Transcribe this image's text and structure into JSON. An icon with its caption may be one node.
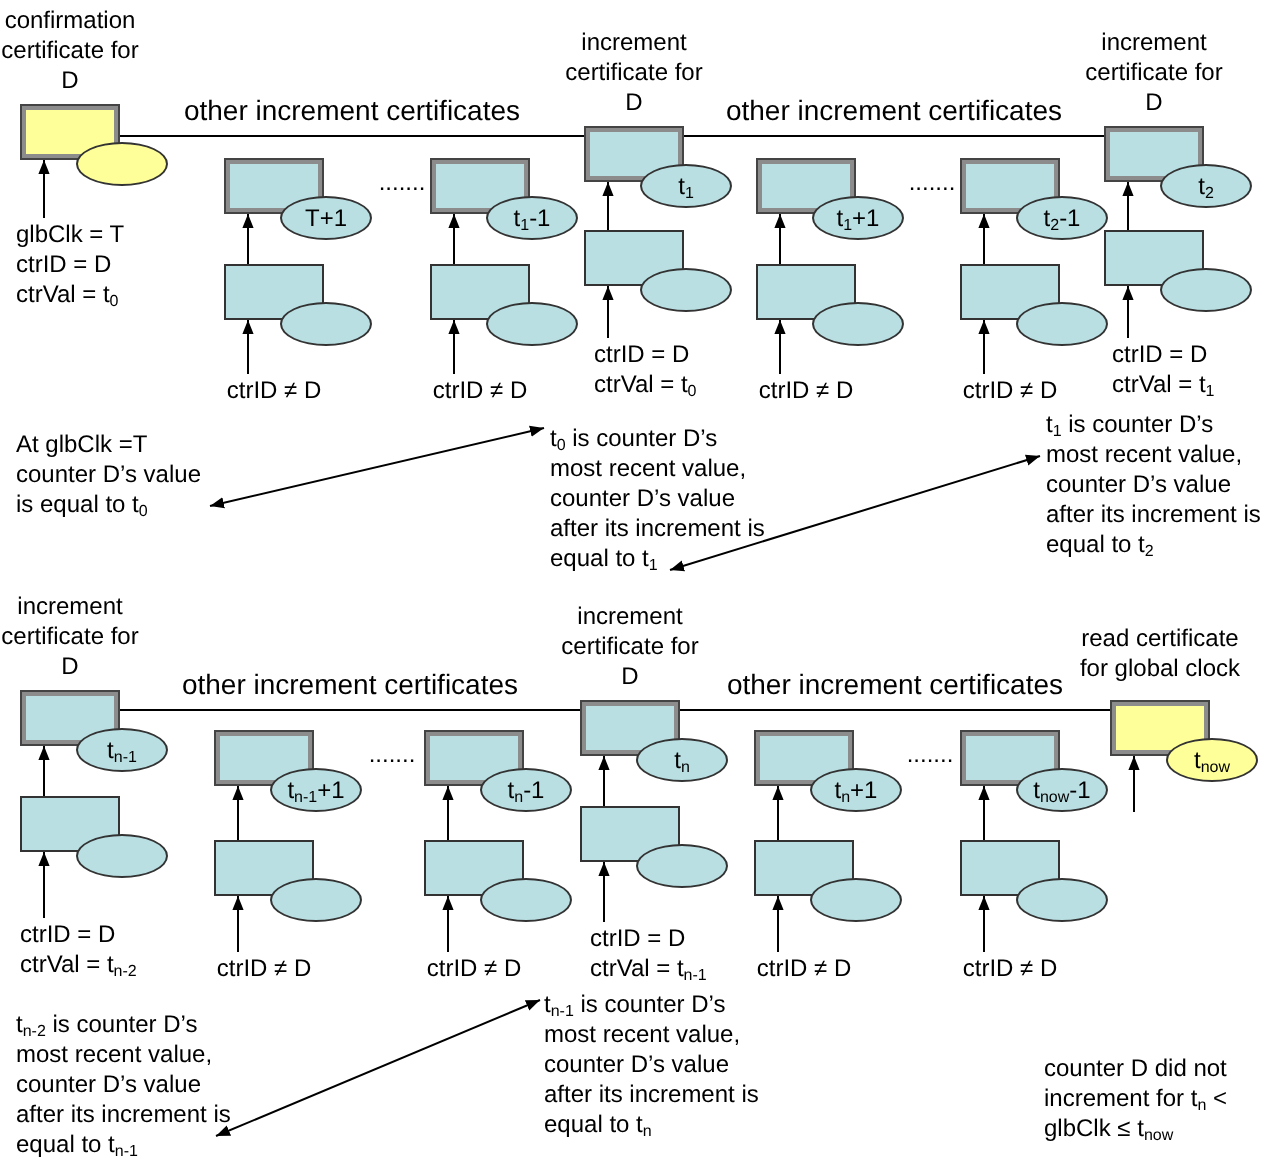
{
  "diagram": {
    "nodes": [
      {
        "text": [
          "confirmation certificate for D"
        ]
      },
      {
        "text": [
          "glbClk = T ctrID = D ctrVal = t$_{0}$"
        ]
      },
      {
        "text": [
          "T+1"
        ]
      },
      {
        "text": [],
        "shape": "box"
      },
      {
        "text": [
          "ctrID ≠ D"
        ]
      },
      {
        "text": [
          "t$_{1}$-1"
        ]
      },
      {
        "text": [],
        "shape": "box"
      },
      {
        "text": [
          "ctrID ≠ D"
        ]
      },
      {
        "text": [
          "increment certificate for D",
          "t$_{1}$"
        ]
      },
      {
        "text": [],
        "shape": "box"
      },
      {
        "text": [
          "ctrID = D ctrVal = t$_{0}$"
        ]
      },
      {
        "text": [
          "t$_{1}$+1"
        ]
      },
      {
        "text": [],
        "shape": "box"
      },
      {
        "text": [
          "ctrID ≠ D"
        ]
      },
      {
        "text": [
          "t$_{2}$-1"
        ]
      },
      {
        "text": [],
        "shape": "box"
      },
      {
        "text": [
          "ctrID ≠ D"
        ]
      },
      {
        "text": [
          "increment certificate for D",
          "t$_{2}$"
        ]
      },
      {
        "text": [],
        "shape": "box"
      },
      {
        "text": [
          "ctrID = D ctrVal = t$_{1}$"
        ]
      },
      {
        "text": [
          "At glbClk =T counter D’s value is equal to t$_{0}$"
        ]
      },
      {
        "text": [
          "t$_{0}$ is counter D’s most recent value, counter D’s value after its increment is equal to t$_{1}$"
        ]
      },
      {
        "text": [
          "t$_{1}$ is counter D’s most recent value, counter D’s value after its increment is equal to t$_{2}$"
        ]
      },
      {
        "text": [
          "increment certificate for D",
          "t$_{n-1}$"
        ]
      },
      {
        "text": [],
        "shape": "box"
      },
      {
        "text": [
          "ctrID = D ctrVal = t$_{n-2}$"
        ]
      },
      {
        "text": [
          "t$_{n-1}$+1"
        ]
      },
      {
        "text": [],
        "shape": "box"
      },
      {
        "text": [
          "ctrID ≠ D"
        ]
      },
      {
        "text": [
          "t$_{n}$-1"
        ]
      },
      {
        "text": [],
        "shape": "box"
      },
      {
        "text": [
          "ctrID ≠ D"
        ]
      },
      {
        "text": [
          "increment certificate for D",
          "t$_{n}$"
        ]
      },
      {
        "text": [],
        "shape": "box"
      },
      {
        "text": [
          "ctrID = D ctrVal = t$_{n-1}$"
        ]
      },
      {
        "text": [
          "t$_{n}$+1"
        ]
      },
      {
        "text": [],
        "shape": "box"
      },
      {
        "text": [
          "ctrID ≠ D"
        ]
      },
      {
        "text": [
          "t$_{now}$-1"
        ]
      },
      {
        "text": [],
        "shape": "box"
      },
      {
        "text": [
          "ctrID ≠ D"
        ]
      },
      {
        "text": [
          "read certificate for global clock",
          "t$_{now}$"
        ]
      },
      {
        "text": [
          "t$_{n-2}$ is counter D’s most recent value, counter D’s value after its increment is equal to t$_{n-1}$"
        ]
      },
      {
        "text": [
          "t$_{n-1}$ is counter D’s most recent value, counter D’s value after its increment is equal to t$_{n}$"
        ]
      }
    ],
    "edges": [
      {
        "from": 1,
        "to": 0,
        "arrow": "to"
      },
      {
        "from": 0,
        "to": 8,
        "arrow": "none",
        "label": "other increment certificates"
      },
      {
        "from": 4,
        "to": 3,
        "arrow": "to"
      },
      {
        "from": 3,
        "to": 2,
        "arrow": "to"
      },
      {
        "from": 7,
        "to": 6,
        "arrow": "to"
      },
      {
        "from": 6,
        "to": 5,
        "arrow": "to"
      },
      {
        "from": 10,
        "to": 9,
        "arrow": "to"
      },
      {
        "from": 9,
        "to": 8,
        "arrow": "to"
      },
      {
        "from": 8,
        "to": 17,
        "arrow": "none",
        "label": "other increment certificates"
      },
      {
        "from": 13,
        "to": 12,
        "arrow": "to"
      },
      {
        "from": 12,
        "to": 11,
        "arrow": "to"
      },
      {
        "from": 16,
        "to": 15,
        "arrow": "to"
      },
      {
        "from": 15,
        "to": 14,
        "arrow": "to"
      },
      {
        "from": 19,
        "to": 18,
        "arrow": "to"
      },
      {
        "from": 18,
        "to": 17,
        "arrow": "to"
      },
      {
        "from": 20,
        "to": 21,
        "arrow": "both"
      },
      {
        "from": 21,
        "to": 22,
        "arrow": "both"
      },
      {
        "from": 25,
        "to": 24,
        "arrow": "to"
      },
      {
        "from": 24,
        "to": 23,
        "arrow": "to"
      },
      {
        "from": 23,
        "to": 32,
        "arrow": "none",
        "label": "other increment certificates"
      },
      {
        "from": 28,
        "to": 27,
        "arrow": "to"
      },
      {
        "from": 27,
        "to": 26,
        "arrow": "to"
      },
      {
        "from": 31,
        "to": 30,
        "arrow": "to"
      },
      {
        "from": 30,
        "to": 29,
        "arrow": "to"
      },
      {
        "from": 34,
        "to": 33,
        "arrow": "to"
      },
      {
        "from": 33,
        "to": 32,
        "arrow": "to"
      },
      {
        "from": 32,
        "to": 41,
        "arrow": "none",
        "label": "other increment certificates"
      },
      {
        "from": 37,
        "to": 36,
        "arrow": "to"
      },
      {
        "from": 36,
        "to": 35,
        "arrow": "to"
      },
      {
        "from": 40,
        "to": 39,
        "arrow": "to"
      },
      {
        "from": 39,
        "to": 38,
        "arrow": "to"
      },
      {
        "from": null,
        "to": 41,
        "arrow": "to"
      },
      {
        "from": 42,
        "to": 43,
        "arrow": "both"
      }
    ],
    "labels": [
      ".......",
      ".......",
      ".......",
      ".......",
      "counter D did not increment for t$_{n}$ < glbClk ≤ t$_{now}$"
    ]
  }
}
